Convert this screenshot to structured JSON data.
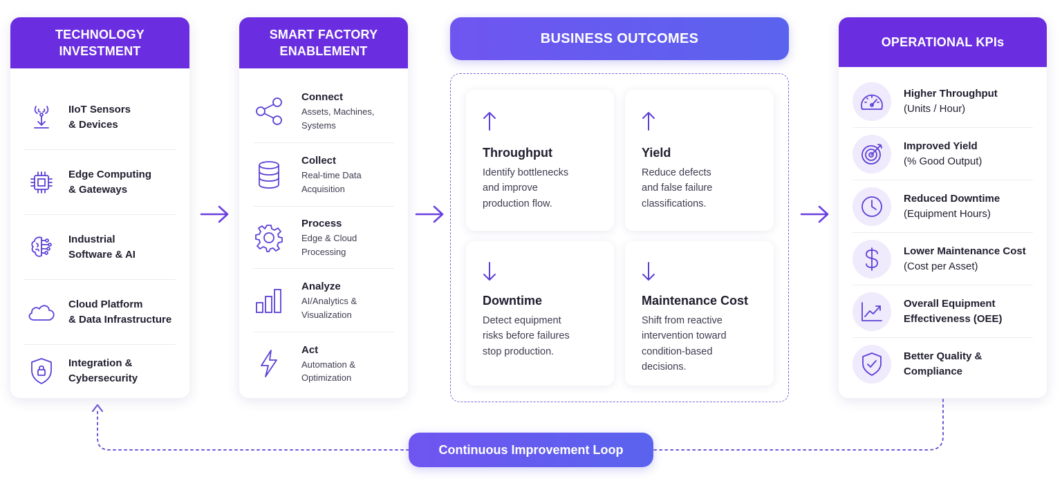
{
  "technology_investment": {
    "title_line1": "TECHNOLOGY",
    "title_line2": "INVESTMENT",
    "items": [
      {
        "line1": "IIoT Sensors",
        "line2": "& Devices",
        "icon": "sensor-icon"
      },
      {
        "line1": "Edge Computing",
        "line2": "& Gateways",
        "icon": "chip-icon"
      },
      {
        "line1": "Industrial",
        "line2": "Software & AI",
        "icon": "brain-icon"
      },
      {
        "line1": "Cloud Platform",
        "line2": "& Data Infrastructure",
        "icon": "cloud-icon"
      },
      {
        "line1": "Integration &",
        "line2": "Cybersecurity",
        "icon": "shield-lock-icon"
      }
    ]
  },
  "smart_factory": {
    "title_line1": "SMART FACTORY",
    "title_line2": "ENABLEMENT",
    "items": [
      {
        "title": "Connect",
        "desc1": "Assets, Machines,",
        "desc2": "Systems",
        "icon": "share-icon"
      },
      {
        "title": "Collect",
        "desc1": "Real-time Data",
        "desc2": "Acquisition",
        "icon": "database-icon"
      },
      {
        "title": "Process",
        "desc1": "Edge & Cloud",
        "desc2": "Processing",
        "icon": "gear-icon"
      },
      {
        "title": "Analyze",
        "desc1": "AI/Analytics &",
        "desc2": "Visualization",
        "icon": "bar-chart-icon"
      },
      {
        "title": "Act",
        "desc1": "Automation &",
        "desc2": "Optimization",
        "icon": "lightning-icon"
      }
    ]
  },
  "business_outcomes": {
    "title": "BUSINESS OUTCOMES",
    "cards": [
      {
        "title": "Throughput",
        "direction": "up",
        "d1": "Identify bottlenecks",
        "d2": "and improve",
        "d3": "production flow.",
        "d4": ""
      },
      {
        "title": "Yield",
        "direction": "up",
        "d1": "Reduce defects",
        "d2": "and false failure",
        "d3": "classifications.",
        "d4": ""
      },
      {
        "title": "Downtime",
        "direction": "down",
        "d1": "Detect equipment",
        "d2": "risks before failures",
        "d3": "stop production.",
        "d4": ""
      },
      {
        "title": "Maintenance Cost",
        "direction": "down",
        "d1": "Shift from reactive",
        "d2": "intervention toward",
        "d3": "condition-based",
        "d4": "decisions."
      }
    ]
  },
  "operational_kpis": {
    "title": "OPERATIONAL KPIs",
    "items": [
      {
        "line1": "Higher Throughput",
        "line2": "(Units / Hour)",
        "icon": "gauge-icon"
      },
      {
        "line1": "Improved Yield",
        "line2": "(% Good Output)",
        "icon": "target-icon"
      },
      {
        "line1": "Reduced Downtime",
        "line2": "(Equipment Hours)",
        "icon": "clock-icon"
      },
      {
        "line1": "Lower Maintenance Cost",
        "line2": "(Cost per Asset)",
        "icon": "dollar-icon"
      },
      {
        "line1": "Overall Equipment",
        "line2": "Effectiveness (OEE)",
        "icon": "trend-icon"
      },
      {
        "line1": "Better Quality &",
        "line2": "Compliance",
        "icon": "shield-check-icon"
      }
    ]
  },
  "loop": {
    "label": "Continuous Improvement Loop"
  },
  "colors": {
    "accent": "#6a2ee0",
    "gradient_start": "#6f55f0",
    "gradient_end": "#5a63ee",
    "icon": "#5b3fd6"
  }
}
